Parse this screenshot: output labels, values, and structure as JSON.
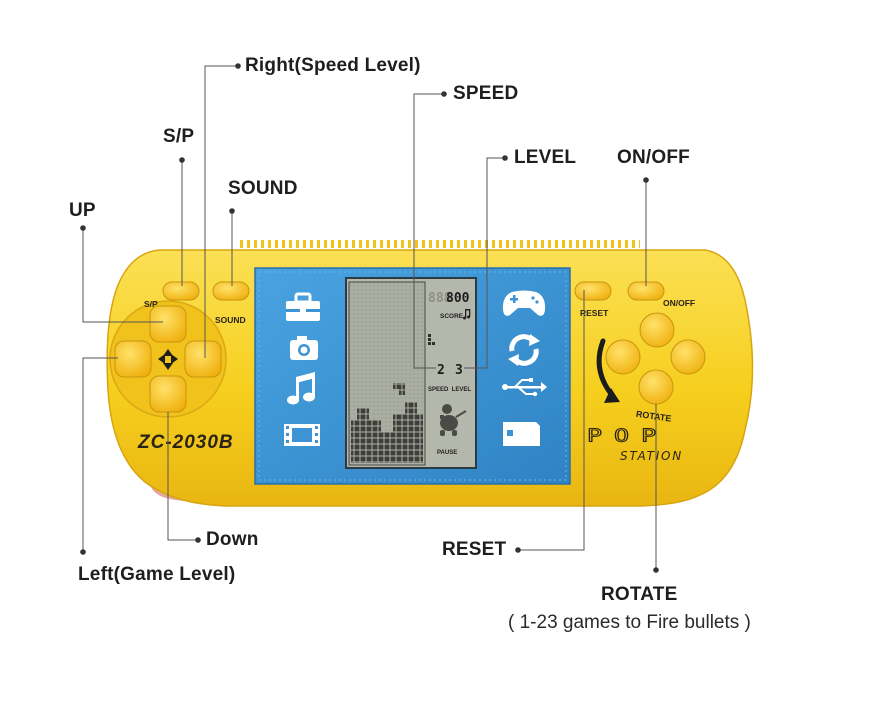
{
  "callouts": {
    "right_speed_level": "Right(Speed Level)",
    "speed": "SPEED",
    "sp": "S/P",
    "level": "LEVEL",
    "on_off": "ON/OFF",
    "sound": "SOUND",
    "up": "UP",
    "down": "Down",
    "left_game_level": "Left(Game Level)",
    "reset": "RESET",
    "rotate": "ROTATE",
    "rotate_note": "( 1-23 games to Fire bullets )"
  },
  "device": {
    "model": "ZC-2030B",
    "brand_word": "POP",
    "brand_sub": "STATION",
    "btn_sp": "S/P",
    "btn_sound": "SOUND",
    "btn_reset": "RESET",
    "btn_on_off": "ON/OFF",
    "btn_rotate": "ROTATE",
    "body_color": "#f6cf1e",
    "button_color": "#f8c21a",
    "panel_color": "#3d93d3"
  },
  "lcd": {
    "score_label": "SCORE",
    "score_digits": "888",
    "score_value": "800",
    "speed_value": "2",
    "level_value": "3",
    "speed_level_label": "SPEED  LEVEL",
    "pause_label": "PAUSE"
  },
  "panel_icons": {
    "left": [
      "toolbox-icon",
      "camera-icon",
      "music-note-icon",
      "film-strip-icon"
    ],
    "right": [
      "gamepad-icon",
      "refresh-icon",
      "usb-icon",
      "sd-card-icon"
    ]
  }
}
